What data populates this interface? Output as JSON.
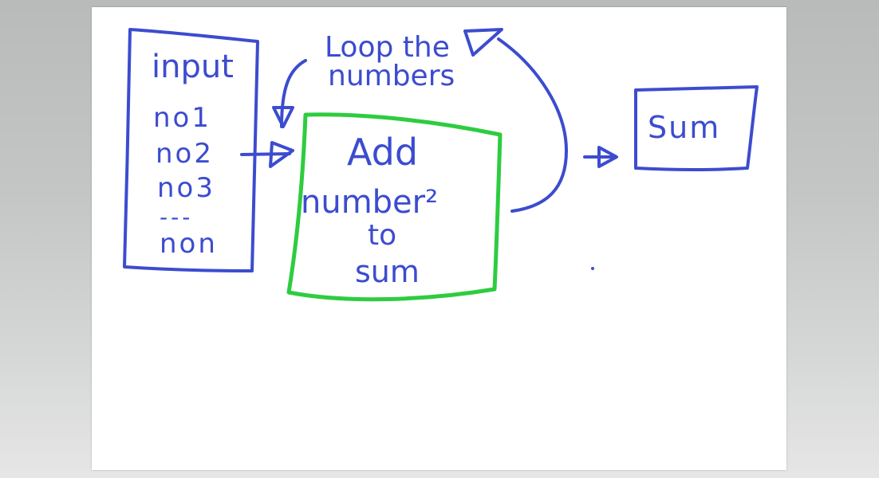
{
  "colors": {
    "ink_blue": "#3c4ccf",
    "ink_green": "#2ecc40"
  },
  "diagram": {
    "input_box": {
      "title": "input",
      "items": [
        "no1",
        "no2",
        "no3",
        "---",
        "non"
      ]
    },
    "loop_label": {
      "line1": "Loop the",
      "line2": "numbers"
    },
    "process_box": {
      "line1": "Add",
      "line2": "number²",
      "line3": "to",
      "line4": "sum"
    },
    "output_box": {
      "label": "Sum"
    }
  }
}
